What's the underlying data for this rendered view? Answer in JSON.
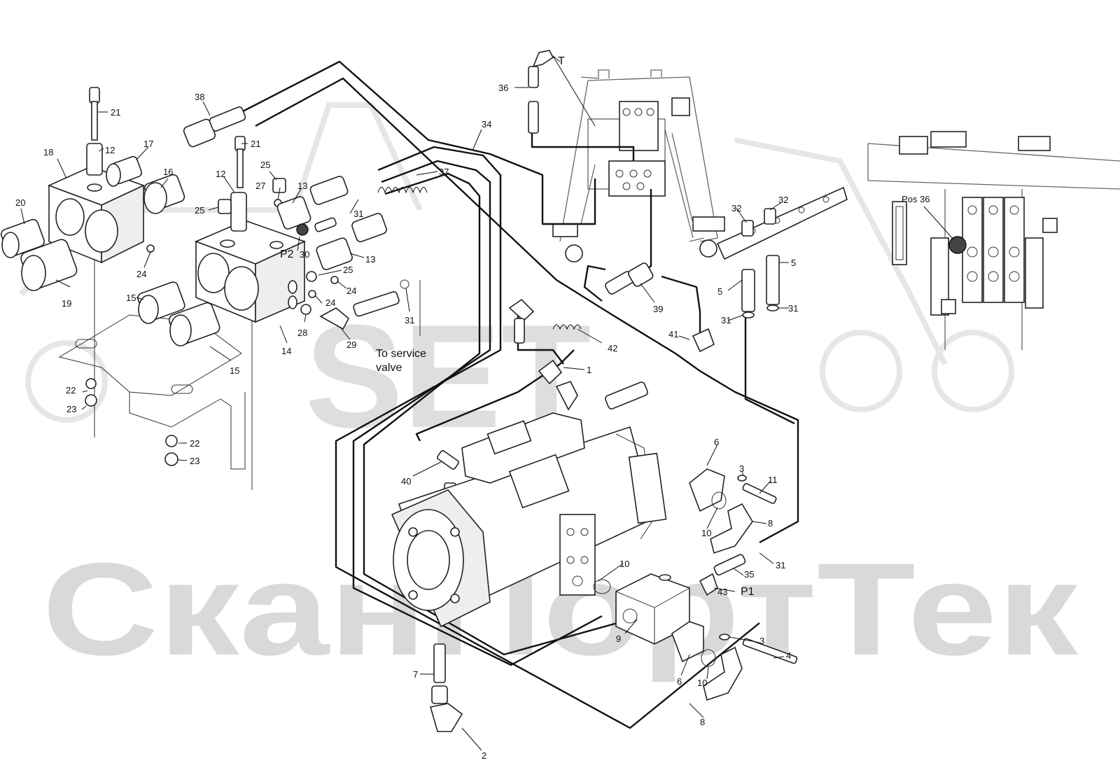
{
  "watermark": {
    "logo_text": "SET",
    "company_text": "СканПортТек"
  },
  "annotations": {
    "service_valve_line1": "To service",
    "service_valve_line2": "valve",
    "port_p1": "P1",
    "port_p2": "P2",
    "port_t": "T",
    "pos36": "Pos 36"
  },
  "callouts": [
    {
      "id": "c1",
      "text": "1"
    },
    {
      "id": "c2",
      "text": "2"
    },
    {
      "id": "c3a",
      "text": "3"
    },
    {
      "id": "c3b",
      "text": "3"
    },
    {
      "id": "c4",
      "text": "4"
    },
    {
      "id": "c5a",
      "text": "5"
    },
    {
      "id": "c5b",
      "text": "5"
    },
    {
      "id": "c6a",
      "text": "6"
    },
    {
      "id": "c6b",
      "text": "6"
    },
    {
      "id": "c7",
      "text": "7"
    },
    {
      "id": "c8a",
      "text": "8"
    },
    {
      "id": "c8b",
      "text": "8"
    },
    {
      "id": "c9",
      "text": "9"
    },
    {
      "id": "c10a",
      "text": "10"
    },
    {
      "id": "c10b",
      "text": "10"
    },
    {
      "id": "c10c",
      "text": "10"
    },
    {
      "id": "c11",
      "text": "11"
    },
    {
      "id": "c12a",
      "text": "12"
    },
    {
      "id": "c12b",
      "text": "12"
    },
    {
      "id": "c13a",
      "text": "13"
    },
    {
      "id": "c13b",
      "text": "13"
    },
    {
      "id": "c14",
      "text": "14"
    },
    {
      "id": "c15a",
      "text": "15"
    },
    {
      "id": "c15b",
      "text": "15"
    },
    {
      "id": "c16",
      "text": "16"
    },
    {
      "id": "c17",
      "text": "17"
    },
    {
      "id": "c18",
      "text": "18"
    },
    {
      "id": "c19",
      "text": "19"
    },
    {
      "id": "c20",
      "text": "20"
    },
    {
      "id": "c21a",
      "text": "21"
    },
    {
      "id": "c21b",
      "text": "21"
    },
    {
      "id": "c22a",
      "text": "22"
    },
    {
      "id": "c22b",
      "text": "22"
    },
    {
      "id": "c23a",
      "text": "23"
    },
    {
      "id": "c23b",
      "text": "23"
    },
    {
      "id": "c24a",
      "text": "24"
    },
    {
      "id": "c24b",
      "text": "24"
    },
    {
      "id": "c24c",
      "text": "24"
    },
    {
      "id": "c25a",
      "text": "25"
    },
    {
      "id": "c25b",
      "text": "25"
    },
    {
      "id": "c25c",
      "text": "25"
    },
    {
      "id": "c27",
      "text": "27"
    },
    {
      "id": "c28",
      "text": "28"
    },
    {
      "id": "c29",
      "text": "29"
    },
    {
      "id": "c30",
      "text": "30"
    },
    {
      "id": "c31a",
      "text": "31"
    },
    {
      "id": "c31b",
      "text": "31"
    },
    {
      "id": "c31c",
      "text": "31"
    },
    {
      "id": "c31d",
      "text": "31"
    },
    {
      "id": "c31e",
      "text": "31"
    },
    {
      "id": "c32a",
      "text": "32"
    },
    {
      "id": "c32b",
      "text": "32"
    },
    {
      "id": "c34",
      "text": "34"
    },
    {
      "id": "c35",
      "text": "35"
    },
    {
      "id": "c36",
      "text": "36"
    },
    {
      "id": "c37",
      "text": "37"
    },
    {
      "id": "c38",
      "text": "38"
    },
    {
      "id": "c39",
      "text": "39"
    },
    {
      "id": "c40",
      "text": "40"
    },
    {
      "id": "c41",
      "text": "41"
    },
    {
      "id": "c42",
      "text": "42"
    },
    {
      "id": "c43",
      "text": "43"
    }
  ]
}
